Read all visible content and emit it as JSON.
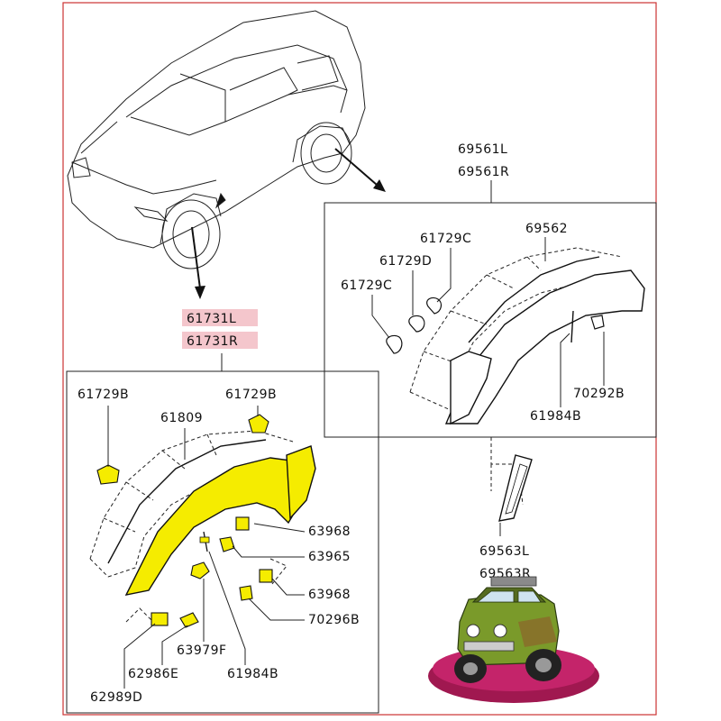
{
  "labels": {
    "top_box_upper": "69561L",
    "top_box_lower": "69561R",
    "main_upper": "61731L",
    "main_lower": "61731R",
    "r_69562": "69562",
    "r_61729c_a": "61729C",
    "r_61729d": "61729D",
    "r_61729c_b": "61729C",
    "r_70292b": "70292B",
    "r_61984b": "61984B",
    "l_61729b_a": "61729B",
    "l_61729b_b": "61729B",
    "l_61809": "61809",
    "l_63968_a": "63968",
    "l_63965": "63965",
    "l_63968_b": "63968",
    "l_70296b": "70296B",
    "l_63979f": "63979F",
    "l_62986e": "62986E",
    "l_61984b": "61984B",
    "l_62989d": "62989D",
    "bottom_upper": "69563L",
    "bottom_lower": "69563R"
  },
  "colors": {
    "frame": "#cc3333",
    "highlight_label": "#f4c6cc",
    "part_fill": "#f5ec00",
    "clip_fill": "#f5ec00",
    "truck_body": "#7a9a2a",
    "truck_base": "#a01850"
  }
}
